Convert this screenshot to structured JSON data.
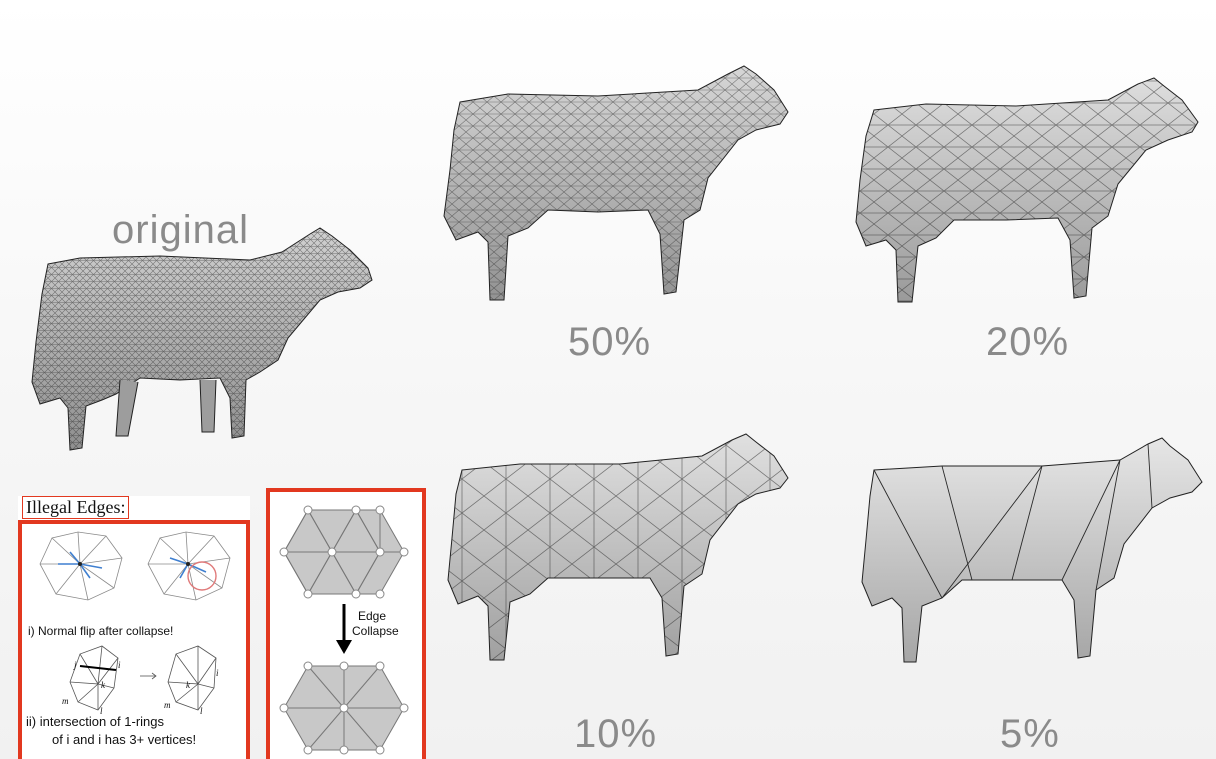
{
  "labels": {
    "original": "original",
    "p50": "50%",
    "p20": "20%",
    "p10": "10%",
    "p5": "5%"
  },
  "illegal_panel": {
    "heading": "Illegal Edges:",
    "caption_i": "i) Normal flip after collapse!",
    "caption_ii_line1": "ii) intersection of 1-rings",
    "caption_ii_line2": "of i and i has 3+ vertices!",
    "vertex_labels": [
      "j",
      "i",
      "k",
      "m",
      "l",
      "k",
      "m",
      "l",
      "i"
    ]
  },
  "collapse_panel": {
    "label_line1": "Edge",
    "label_line2": "Collapse"
  },
  "colors": {
    "accent_red": "#e2381f",
    "label_gray": "#8a8a8a",
    "mesh_fill": "#b9b9b9",
    "hex_fill": "#c8c8c8"
  }
}
